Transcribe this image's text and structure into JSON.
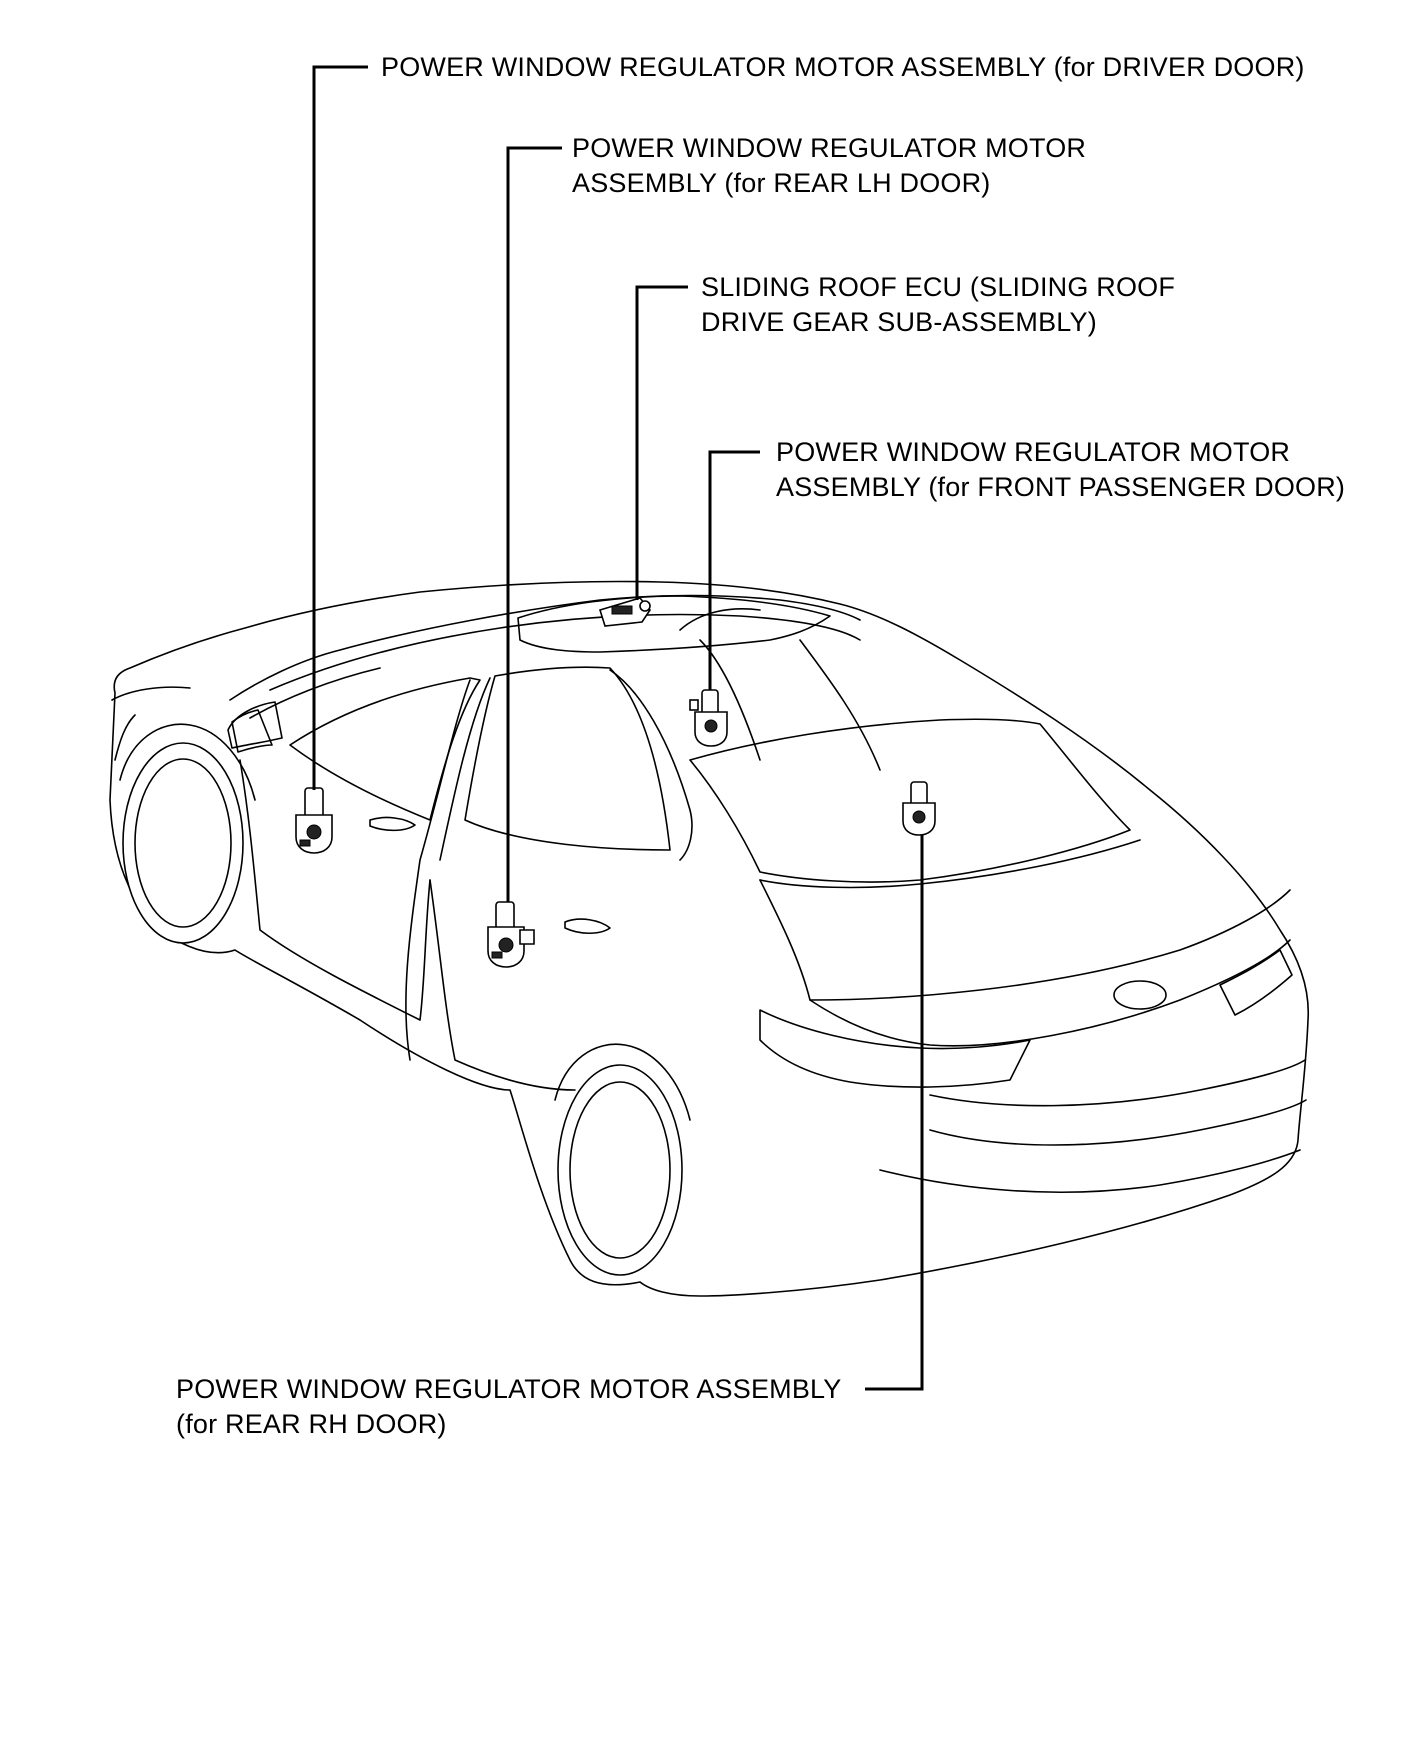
{
  "callouts": {
    "driver_door": {
      "lines": [
        "POWER WINDOW REGULATOR MOTOR ASSEMBLY (for DRIVER DOOR)"
      ]
    },
    "rear_lh_door": {
      "lines": [
        "POWER WINDOW REGULATOR MOTOR",
        "ASSEMBLY (for REAR LH DOOR)"
      ]
    },
    "sliding_roof_ecu": {
      "lines": [
        "SLIDING ROOF ECU (SLIDING ROOF",
        "DRIVE GEAR SUB-ASSEMBLY)"
      ]
    },
    "front_passenger_door": {
      "lines": [
        "POWER WINDOW REGULATOR MOTOR",
        "ASSEMBLY (for FRONT PASSENGER DOOR)"
      ]
    },
    "rear_rh_door": {
      "lines": [
        "POWER WINDOW REGULATOR MOTOR ASSEMBLY",
        "(for REAR RH DOOR)"
      ]
    }
  }
}
